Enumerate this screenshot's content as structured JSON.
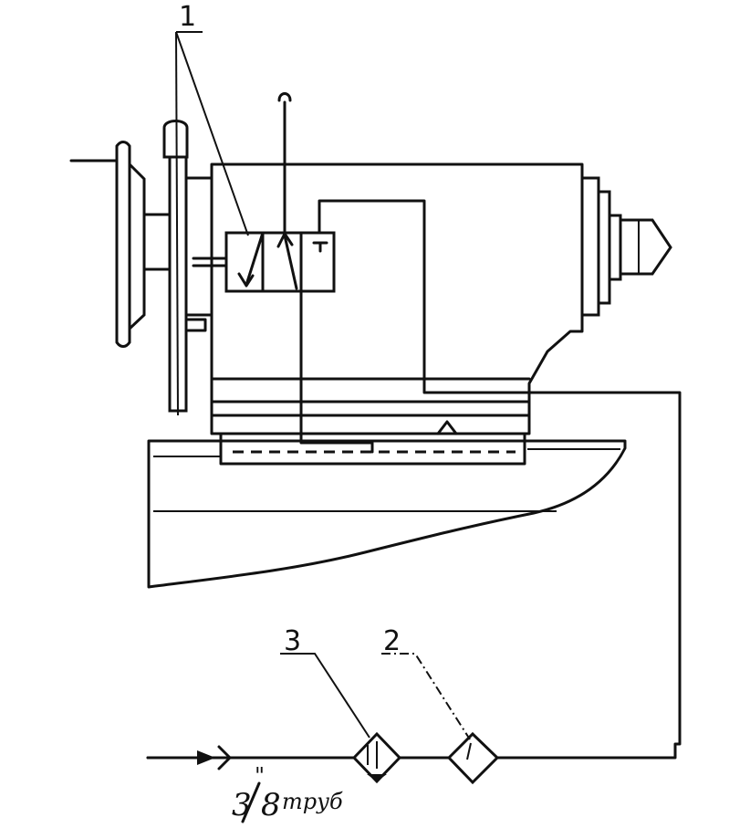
{
  "callouts": {
    "valve": "1",
    "lubricator": "2",
    "filter": "3"
  },
  "pipe_size": {
    "fraction_top": "3",
    "fraction_bottom": "8",
    "inch_mark": "\"",
    "unit": "труб"
  },
  "colors": {
    "ink": "#111111",
    "paper": "#ffffff"
  }
}
